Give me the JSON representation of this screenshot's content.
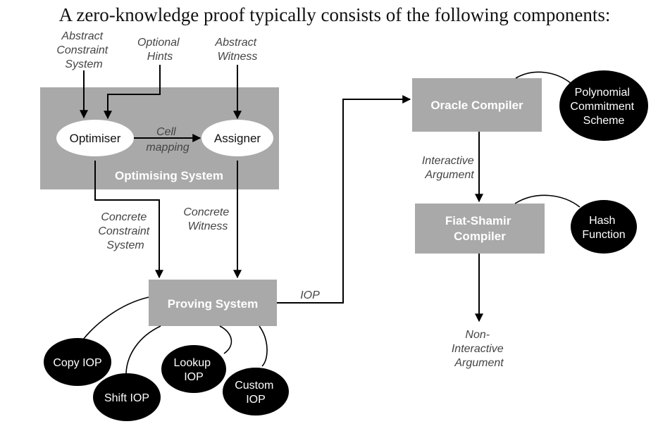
{
  "heading": "A zero-knowledge proof typically consists of the following components:",
  "inputs": {
    "abstract_constraint_system": [
      "Abstract",
      "Constraint",
      "System"
    ],
    "optional_hints": [
      "Optional",
      "Hints"
    ],
    "abstract_witness": [
      "Abstract",
      "Witness"
    ]
  },
  "optimising_system": {
    "label": "Optimising System",
    "optimiser": "Optimiser",
    "assigner": "Assigner",
    "cell_mapping": [
      "Cell",
      "mapping"
    ]
  },
  "edges": {
    "concrete_constraint_system": [
      "Concrete",
      "Constraint",
      "System"
    ],
    "concrete_witness": [
      "Concrete",
      "Witness"
    ],
    "iop": "IOP",
    "interactive_argument": [
      "Interactive",
      "Argument"
    ],
    "non_interactive_argument": [
      "Non-",
      "Interactive",
      "Argument"
    ]
  },
  "proving_system": {
    "label": "Proving System",
    "iops": {
      "copy": [
        "Copy IOP"
      ],
      "shift": [
        "Shift IOP"
      ],
      "lookup": [
        "Lookup",
        "IOP"
      ],
      "custom": [
        "Custom",
        "IOP"
      ]
    }
  },
  "oracle_compiler": {
    "label": "Oracle Compiler",
    "pcs": [
      "Polynomial",
      "Commitment",
      "Scheme"
    ]
  },
  "fiat_shamir": {
    "label": [
      "Fiat-Shamir",
      "Compiler"
    ],
    "hash": [
      "Hash",
      "Function"
    ]
  }
}
